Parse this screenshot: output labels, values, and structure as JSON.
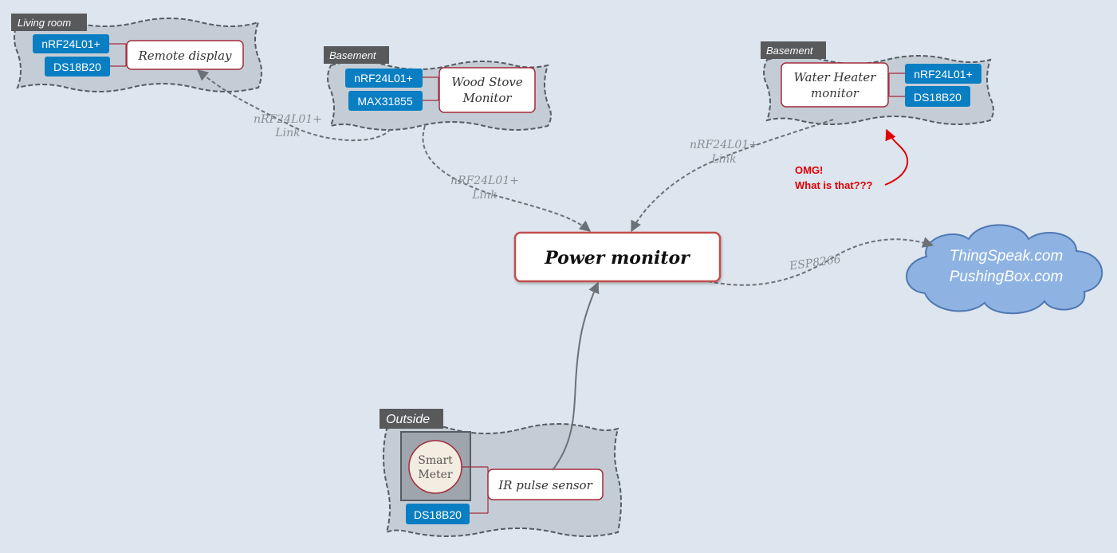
{
  "colors": {
    "background": "#dde5ee",
    "group_fill": "#c4cdd6",
    "group_border": "#555c63",
    "group_label_bg": "#58595b",
    "chip": "#0a7ec2",
    "node_border": "#a52a3c",
    "link": "#6c7177",
    "alert": "#e00000",
    "cloud_fill": "#8eb3e2",
    "cloud_border": "#4e77b2"
  },
  "groups": {
    "living_room": {
      "label": "Living room"
    },
    "basement_stove": {
      "label": "Basement"
    },
    "basement_heater": {
      "label": "Basement"
    },
    "outside": {
      "label": "Outside"
    }
  },
  "nodes": {
    "remote_display": {
      "label": "Remote display"
    },
    "wood_stove": {
      "line1": "Wood Stove",
      "line2": "Monitor"
    },
    "water_heater": {
      "line1": "Water Heater",
      "line2": "monitor"
    },
    "power_monitor": {
      "label": "Power monitor"
    },
    "ir_pulse": {
      "label": "IR pulse sensor"
    },
    "smart_meter": {
      "line1": "Smart",
      "line2": "Meter"
    }
  },
  "chips": {
    "living_nrf": "nRF24L01+",
    "living_ds": "DS18B20",
    "stove_nrf": "nRF24L01+",
    "stove_max": "MAX31855",
    "heater_nrf": "nRF24L01+",
    "heater_ds": "DS18B20",
    "outside_ds": "DS18B20"
  },
  "links": {
    "stove_to_display": {
      "line1": "nRF24L01+",
      "line2": "Link"
    },
    "stove_to_power": {
      "line1": "nRF24L01+",
      "line2": "Link"
    },
    "heater_to_power": {
      "line1": "nRF24L01+",
      "line2": "Link"
    },
    "power_to_cloud": {
      "label": "ESP8266"
    }
  },
  "annotation": {
    "line1": "OMG!",
    "line2": "What is that???"
  },
  "cloud": {
    "line1": "ThingSpeak.com",
    "line2": "PushingBox.com"
  }
}
